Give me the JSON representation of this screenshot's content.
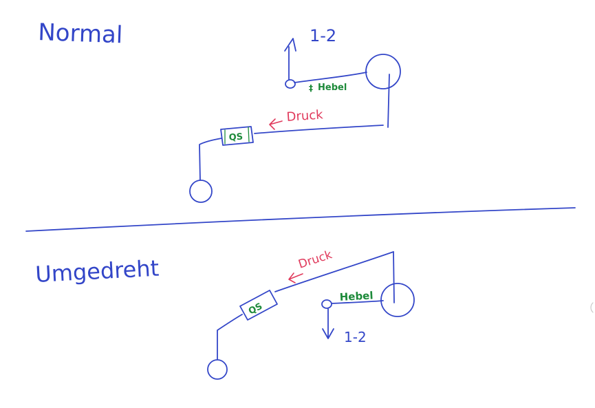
{
  "colors": {
    "paper": "#ffffff",
    "pen_blue": "#3346c8",
    "label_green": "#1d8a3a",
    "label_red": "#e03a5c"
  },
  "sections": [
    {
      "title": "Normal",
      "output_label": "1-2",
      "output_arrow": "arrow-up-icon",
      "lever_label": "Hebel",
      "component_label": "QS",
      "pressure_label": "Druck",
      "pressure_arrow": "arrow-left-icon"
    },
    {
      "title": "Umgedreht",
      "output_label": "1-2",
      "output_arrow": "arrow-down-icon",
      "lever_label": "Hebel",
      "component_label": "QS",
      "pressure_label": "Druck",
      "pressure_arrow": "arrow-left-icon"
    }
  ]
}
